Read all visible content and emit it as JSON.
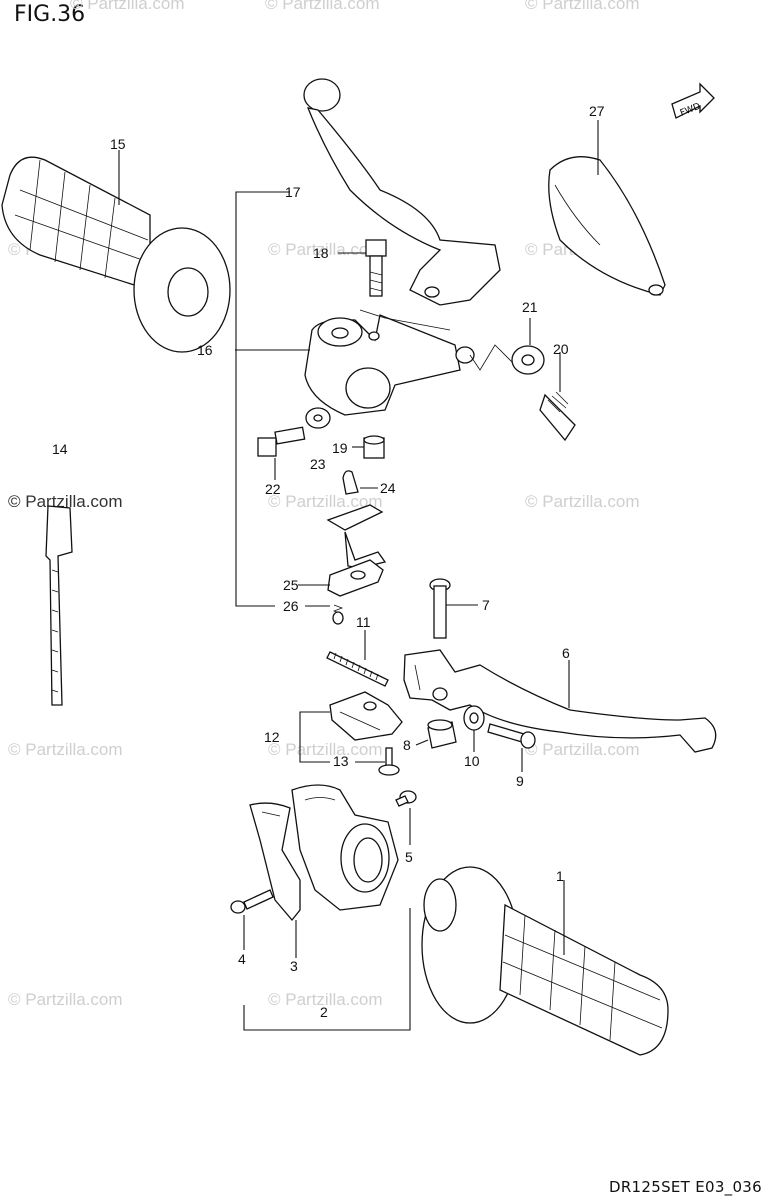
{
  "figure": {
    "title": "FIG.36",
    "code": "DR125SET E03_036"
  },
  "watermark": {
    "text": "© Partzilla.com"
  },
  "fwd_badge": "FWD",
  "callouts": [
    "1",
    "2",
    "3",
    "4",
    "5",
    "6",
    "7",
    "8",
    "9",
    "10",
    "11",
    "12",
    "13",
    "14",
    "15",
    "16",
    "17",
    "18",
    "19",
    "20",
    "21",
    "22",
    "23",
    "24",
    "25",
    "26",
    "27"
  ]
}
